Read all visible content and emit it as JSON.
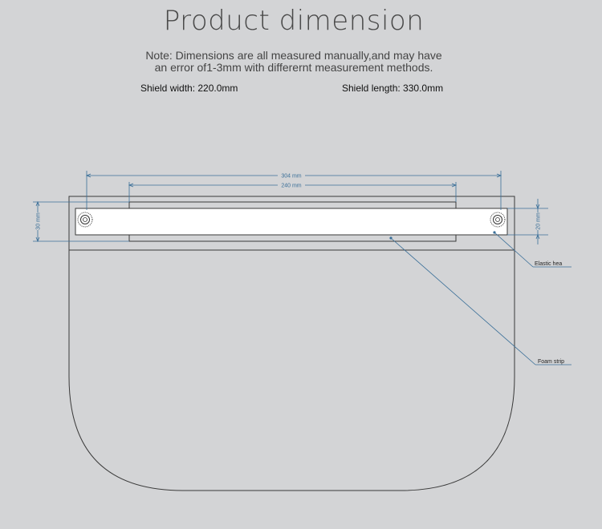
{
  "header": {
    "title": "Product dimension",
    "note_line1": "Note: Dimensions are all measured manually,and may have",
    "note_line2": "an error of1-3mm with differernt measurement methods."
  },
  "specs": {
    "shield_width": "Shield width:  220.0mm",
    "shield_length": "Shield length:  330.0mm"
  },
  "dimensions": {
    "top_outer": "304 mm",
    "top_inner": "240 mm",
    "left_height": "30 mm",
    "right_height": "20 mm"
  },
  "callouts": {
    "elastic": "Elastic hea",
    "foam": "Foam strip"
  },
  "colors": {
    "background": "#d3d4d6",
    "dimension_line": "#3a6f98",
    "outline": "#3a3a3a",
    "strip_fill": "#ffffff"
  }
}
